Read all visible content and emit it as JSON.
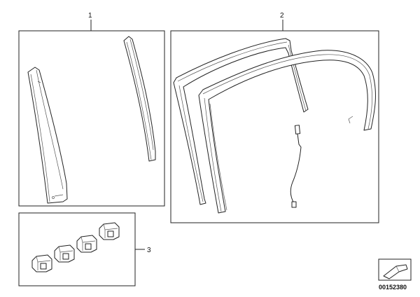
{
  "callouts": {
    "part1": "1",
    "part2": "2",
    "part3": "3"
  },
  "diagram_code": "00152380",
  "colors": {
    "line": "#222222",
    "background": "#ffffff"
  }
}
